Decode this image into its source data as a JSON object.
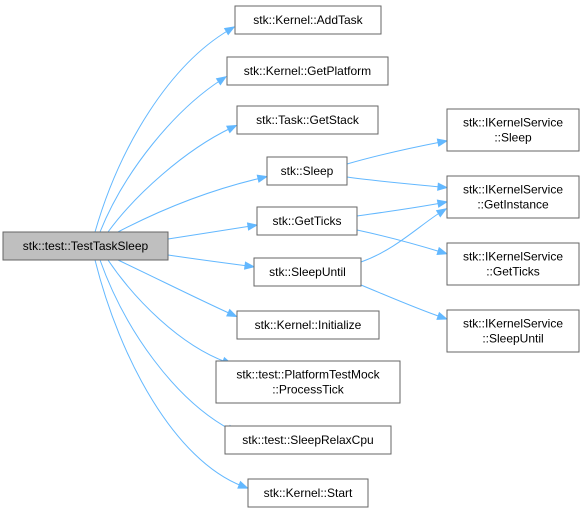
{
  "diagram": {
    "nodes": [
      {
        "id": "root",
        "lines": [
          "stk::test::TestTaskSleep"
        ]
      },
      {
        "id": "addtask",
        "lines": [
          "stk::Kernel::AddTask"
        ]
      },
      {
        "id": "getplatform",
        "lines": [
          "stk::Kernel::GetPlatform"
        ]
      },
      {
        "id": "getstack",
        "lines": [
          "stk::Task::GetStack"
        ]
      },
      {
        "id": "sleep",
        "lines": [
          "stk::Sleep"
        ]
      },
      {
        "id": "getticks",
        "lines": [
          "stk::GetTicks"
        ]
      },
      {
        "id": "sleepuntil",
        "lines": [
          "stk::SleepUntil"
        ]
      },
      {
        "id": "initialize",
        "lines": [
          "stk::Kernel::Initialize"
        ]
      },
      {
        "id": "processtick",
        "lines": [
          "stk::test::PlatformTestMock",
          "::ProcessTick"
        ]
      },
      {
        "id": "sleeprelax",
        "lines": [
          "stk::test::SleepRelaxCpu"
        ]
      },
      {
        "id": "start",
        "lines": [
          "stk::Kernel::Start"
        ]
      },
      {
        "id": "iks_sleep",
        "lines": [
          "stk::IKernelService",
          "::Sleep"
        ]
      },
      {
        "id": "iks_getinstance",
        "lines": [
          "stk::IKernelService",
          "::GetInstance"
        ]
      },
      {
        "id": "iks_getticks",
        "lines": [
          "stk::IKernelService",
          "::GetTicks"
        ]
      },
      {
        "id": "iks_sleepuntil",
        "lines": [
          "stk::IKernelService",
          "::SleepUntil"
        ]
      }
    ],
    "edges": [
      {
        "from": "root",
        "to": "addtask"
      },
      {
        "from": "root",
        "to": "getplatform"
      },
      {
        "from": "root",
        "to": "getstack"
      },
      {
        "from": "root",
        "to": "sleep"
      },
      {
        "from": "root",
        "to": "getticks"
      },
      {
        "from": "root",
        "to": "sleepuntil"
      },
      {
        "from": "root",
        "to": "initialize"
      },
      {
        "from": "root",
        "to": "processtick"
      },
      {
        "from": "root",
        "to": "sleeprelax"
      },
      {
        "from": "root",
        "to": "start"
      },
      {
        "from": "sleep",
        "to": "iks_sleep"
      },
      {
        "from": "sleep",
        "to": "iks_getinstance"
      },
      {
        "from": "getticks",
        "to": "iks_getinstance"
      },
      {
        "from": "getticks",
        "to": "iks_getticks"
      },
      {
        "from": "sleepuntil",
        "to": "iks_getinstance"
      },
      {
        "from": "sleepuntil",
        "to": "iks_sleepuntil"
      }
    ],
    "colors": {
      "edge": "#63b8ff",
      "node_border": "#666666",
      "root_fill": "#bfbfbf",
      "node_fill": "#ffffff"
    }
  }
}
